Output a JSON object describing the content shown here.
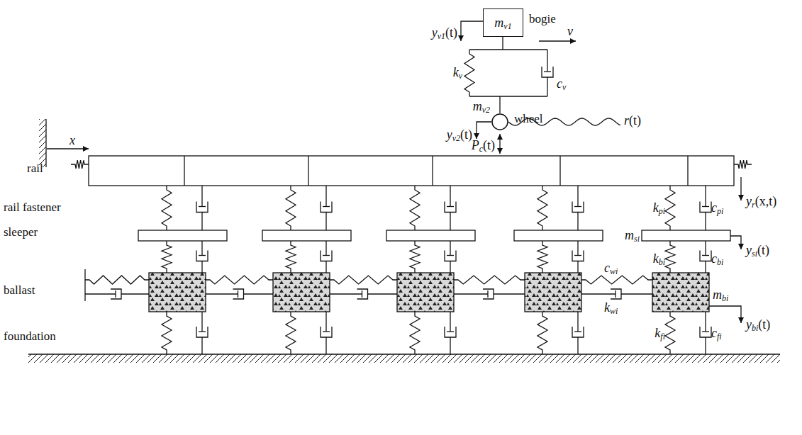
{
  "diagram": {
    "nodes": [
      {
        "text": [
          "mv1",
          "bogie"
        ]
      },
      {
        "text": [
          "mv2",
          "wheel"
        ]
      }
    ],
    "labels": [
      "x",
      "yv1(t)",
      "v",
      "kv",
      "cv",
      "yv2(t)",
      "Pc(t)",
      "r(t)",
      "rail",
      "rail fastener",
      "sleeper",
      "ballast",
      "foundation",
      "kpi",
      "cpi",
      "yr(x,t)",
      "msi",
      "ysi(t)",
      "kbi",
      "cbi",
      "cwi",
      "mbi",
      "ybi(t)",
      "kwi",
      "kfi",
      "cfi"
    ]
  }
}
